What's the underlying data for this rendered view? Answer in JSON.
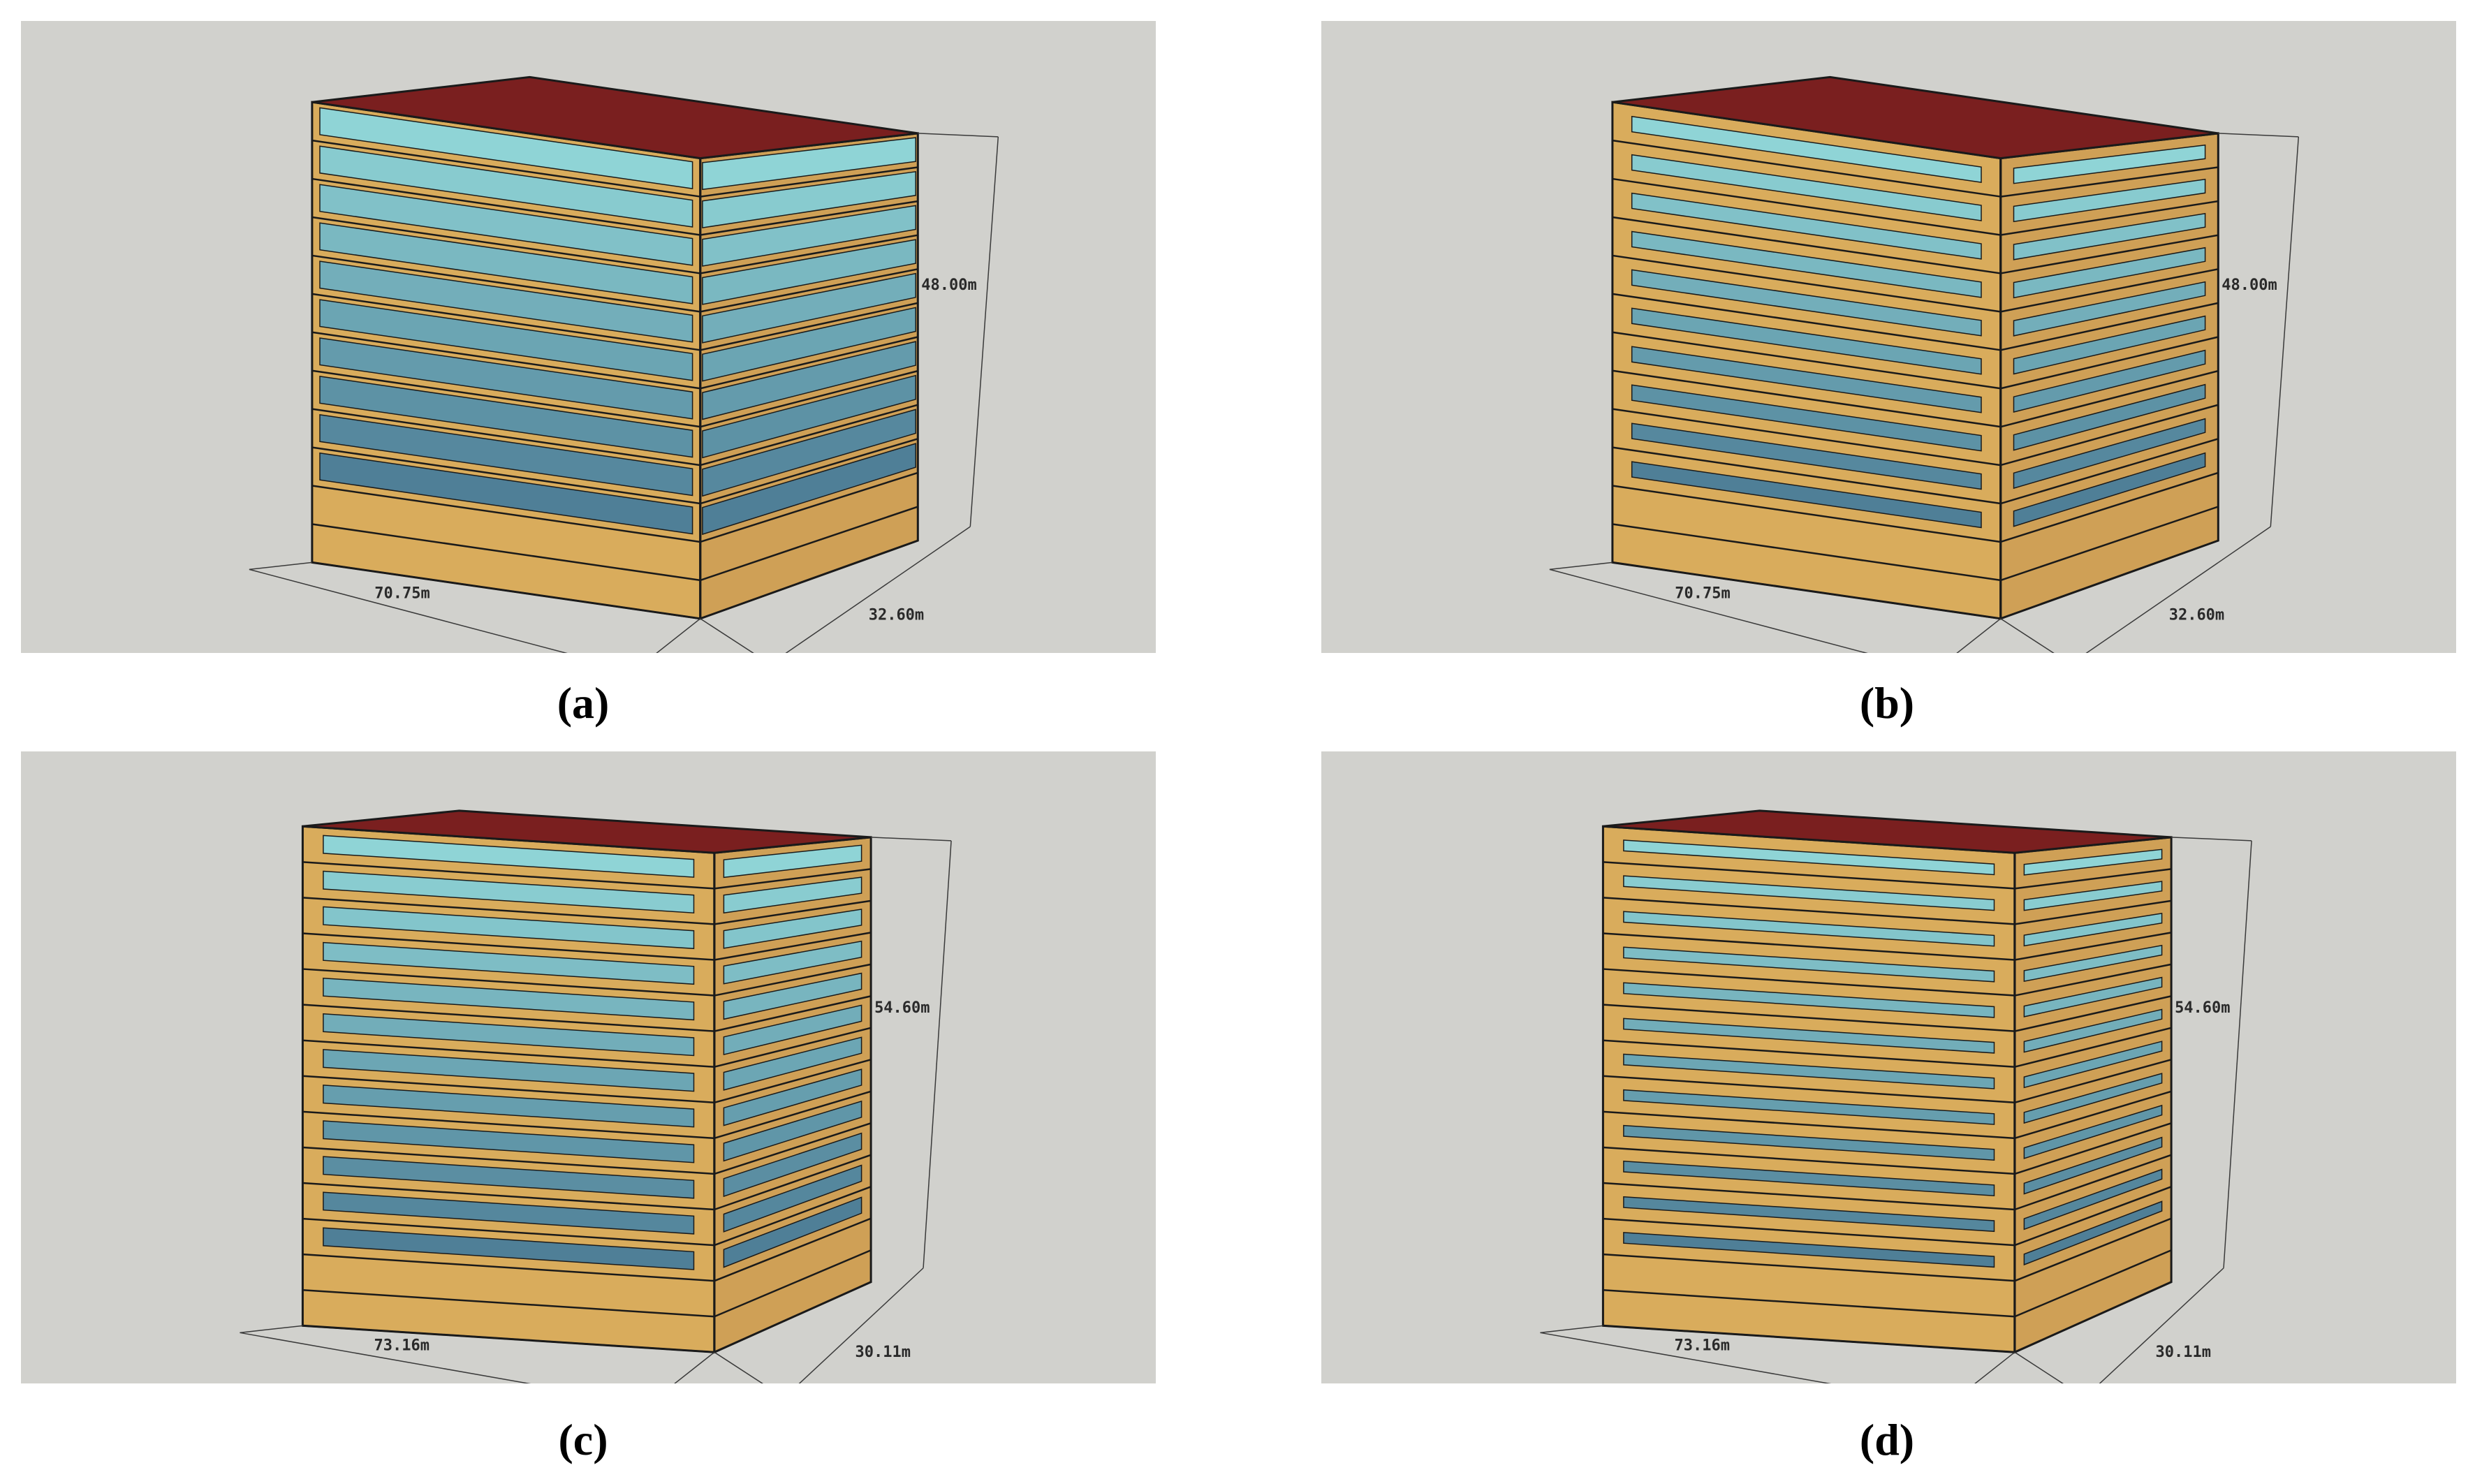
{
  "panels": [
    {
      "id": "a",
      "caption": "(a)",
      "length_label": "70.75m",
      "depth_label": "32.60m",
      "height_label": "48.00m",
      "floors": 12,
      "glazed_floors": 10,
      "glazing": "continuous"
    },
    {
      "id": "b",
      "caption": "(b)",
      "length_label": "70.75m",
      "depth_label": "32.60m",
      "height_label": "48.00m",
      "floors": 12,
      "glazed_floors": 10,
      "glazing": "strip"
    },
    {
      "id": "c",
      "caption": "(c)",
      "length_label": "73.16m",
      "depth_label": "30.11m",
      "height_label": "54.60m",
      "floors": 14,
      "glazed_floors": 12,
      "glazing": "strip-wide"
    },
    {
      "id": "d",
      "caption": "(d)",
      "length_label": "73.16m",
      "depth_label": "30.11m",
      "height_label": "54.60m",
      "floors": 14,
      "glazed_floors": 12,
      "glazing": "strip-thin"
    }
  ],
  "colors": {
    "background": "#d1d1cd",
    "wall": "#d9ac5c",
    "roof": "#7a1f1f",
    "glass_light": "#8fd4d6",
    "glass_dark": "#4f7f97",
    "edge": "#1a1a1a"
  }
}
